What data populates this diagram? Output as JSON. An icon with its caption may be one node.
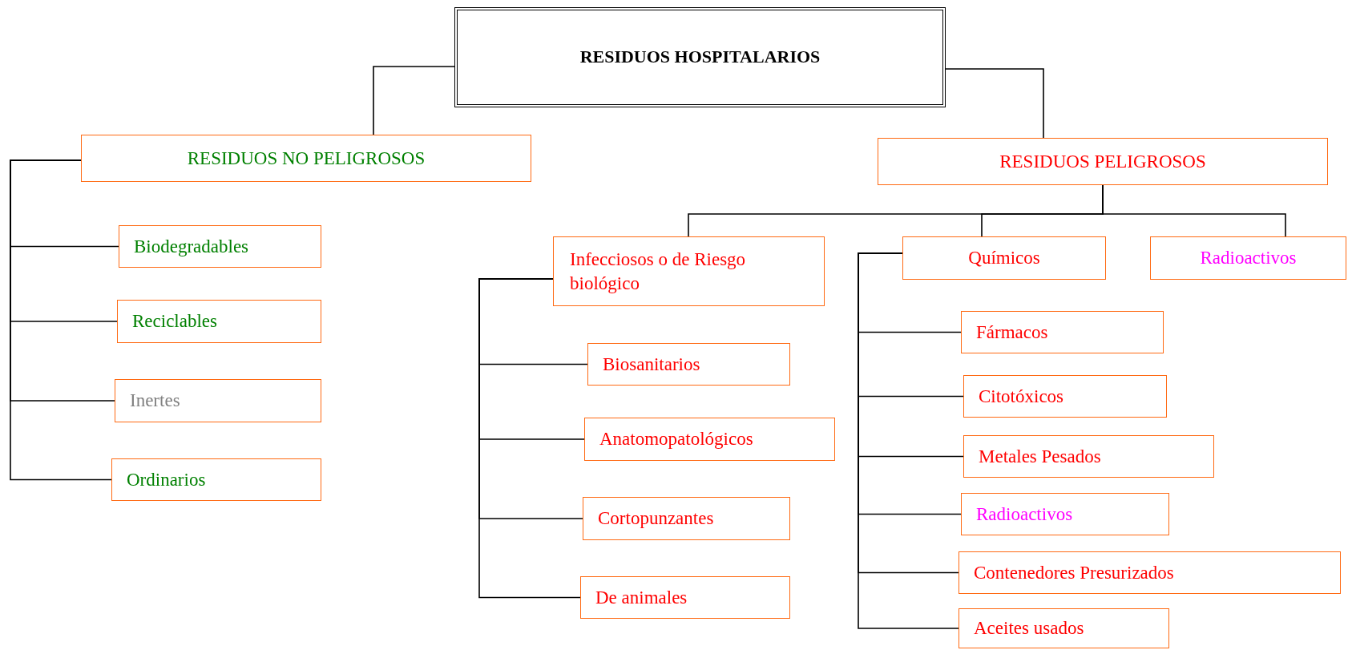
{
  "diagram": {
    "nodes": [
      {
        "text": [
          "RESIDUOS HOSPITALARIOS"
        ]
      },
      {
        "text": [
          "RESIDUOS  NO PELIGROSOS"
        ]
      },
      {
        "text": [
          "RESIDUOS  PELIGROSOS"
        ]
      },
      {
        "text": [
          "Biodegradables"
        ]
      },
      {
        "text": [
          "Reciclables"
        ]
      },
      {
        "text": [
          "Inertes"
        ]
      },
      {
        "text": [
          "Ordinarios"
        ]
      },
      {
        "text": [
          "Infecciosos o de Riesgo biológico"
        ]
      },
      {
        "text": [
          "Químicos"
        ]
      },
      {
        "text": [
          "Radioactivos"
        ]
      },
      {
        "text": [
          "Biosanitarios"
        ]
      },
      {
        "text": [
          "Anatomopatológicos"
        ]
      },
      {
        "text": [
          "Cortopunzantes"
        ]
      },
      {
        "text": [
          "De animales"
        ]
      },
      {
        "text": [
          "Fármacos"
        ]
      },
      {
        "text": [
          "Citotóxicos"
        ]
      },
      {
        "text": [
          "Metales Pesados"
        ]
      },
      {
        "text": [
          "Radioactivos"
        ]
      },
      {
        "text": [
          "Contenedores Presurizados"
        ]
      },
      {
        "text": [
          "Aceites usados"
        ]
      }
    ],
    "edges": [
      {
        "from": 0,
        "to": 1,
        "arrow": "none"
      },
      {
        "from": 0,
        "to": 2,
        "arrow": "none"
      },
      {
        "from": 1,
        "to": 3,
        "arrow": "none"
      },
      {
        "from": 1,
        "to": 4,
        "arrow": "none"
      },
      {
        "from": 1,
        "to": 5,
        "arrow": "none"
      },
      {
        "from": 1,
        "to": 6,
        "arrow": "none"
      },
      {
        "from": 2,
        "to": 7,
        "arrow": "none"
      },
      {
        "from": 2,
        "to": 8,
        "arrow": "none"
      },
      {
        "from": 2,
        "to": 9,
        "arrow": "none"
      },
      {
        "from": 7,
        "to": 10,
        "arrow": "none"
      },
      {
        "from": 7,
        "to": 11,
        "arrow": "none"
      },
      {
        "from": 7,
        "to": 12,
        "arrow": "none"
      },
      {
        "from": 7,
        "to": 13,
        "arrow": "none"
      },
      {
        "from": 8,
        "to": 14,
        "arrow": "none"
      },
      {
        "from": 8,
        "to": 15,
        "arrow": "none"
      },
      {
        "from": 8,
        "to": 16,
        "arrow": "none"
      },
      {
        "from": 8,
        "to": 17,
        "arrow": "none"
      },
      {
        "from": 8,
        "to": 18,
        "arrow": "none"
      },
      {
        "from": 8,
        "to": 19,
        "arrow": "none"
      }
    ]
  }
}
